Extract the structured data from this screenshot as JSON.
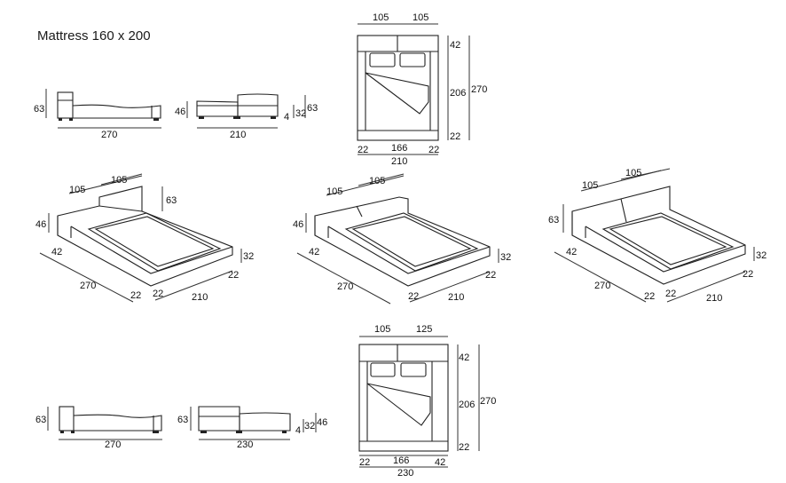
{
  "title": "Mattress 160 x 200",
  "side_view_1": {
    "height": "63",
    "length": "270"
  },
  "side_view_2": {
    "low_height": "46",
    "leg": "4",
    "frame_height": "32",
    "high_height": "63",
    "width": "210"
  },
  "plan_view_1": {
    "top_left": "105",
    "top_right": "105",
    "head": "42",
    "mattress": "206",
    "foot": "22",
    "total_length": "270",
    "left_rail": "22",
    "mattress_width": "166",
    "right_rail": "22",
    "total_width": "210"
  },
  "iso_view_1": {
    "seg_a": "105",
    "seg_b": "105",
    "high": "63",
    "low": "46",
    "head_depth": "42",
    "length": "270",
    "foot_a": "22",
    "foot_b": "22",
    "frame": "32",
    "side": "22",
    "width": "210"
  },
  "iso_view_2": {
    "seg_a": "105",
    "seg_b": "105",
    "low": "46",
    "head_depth": "42",
    "length": "270",
    "foot_a": "22",
    "frame": "32",
    "side": "22",
    "width": "210"
  },
  "iso_view_3": {
    "seg_a": "105",
    "seg_b": "105",
    "high": "63",
    "head_depth": "42",
    "length": "270",
    "foot_a": "22",
    "foot_b": "22",
    "frame": "32",
    "side": "22",
    "width": "210"
  },
  "side_view_3": {
    "height": "63",
    "length": "270"
  },
  "side_view_4": {
    "height": "63",
    "leg": "4",
    "frame_height": "32",
    "low_height": "46",
    "width": "230"
  },
  "plan_view_2": {
    "top_left": "105",
    "top_right": "125",
    "head": "42",
    "mattress": "206",
    "foot": "22",
    "total_length": "270",
    "left_rail": "22",
    "mattress_width": "166",
    "right_rail": "42",
    "total_width": "230"
  }
}
